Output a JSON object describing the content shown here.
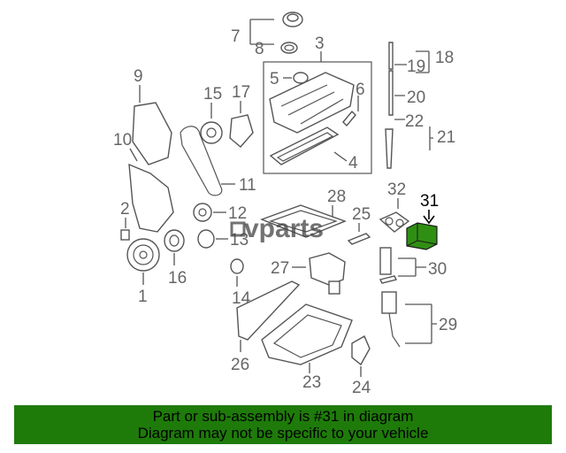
{
  "watermark": "vparts",
  "callouts": {
    "c1": "1",
    "c2": "2",
    "c3": "3",
    "c4": "4",
    "c5": "5",
    "c6": "6",
    "c7": "7",
    "c8": "8",
    "c9": "9",
    "c10": "10",
    "c11": "11",
    "c12": "12",
    "c13": "13",
    "c14": "14",
    "c15": "15",
    "c16": "16",
    "c17": "17",
    "c18": "18",
    "c19": "19",
    "c20": "20",
    "c21": "21",
    "c22": "22",
    "c23": "23",
    "c24": "24",
    "c25": "25",
    "c26": "26",
    "c27": "27",
    "c28": "28",
    "c29": "29",
    "c30": "30",
    "c31": "31",
    "c32": "32"
  },
  "highlight_part": "31",
  "highlight_color": "#2f8f12",
  "banner": {
    "line1": "Part or sub-assembly is #31 in diagram",
    "line2": "Diagram may not be specific to your vehicle",
    "background": "#1e7b0a"
  }
}
